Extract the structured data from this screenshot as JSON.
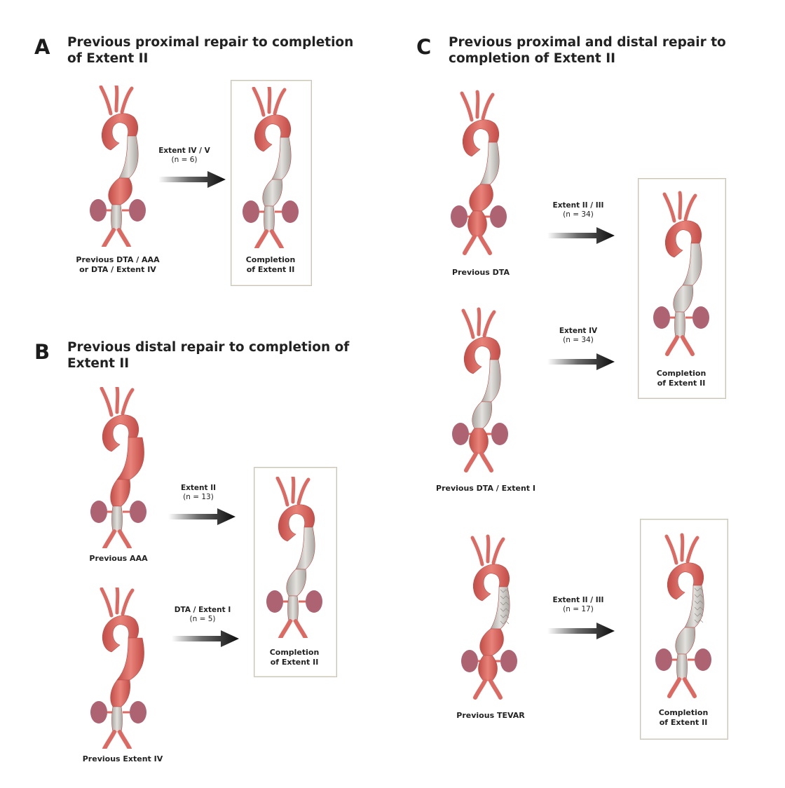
{
  "colors": {
    "aorta": "#dc6a62",
    "aorta_dark": "#b94a45",
    "graft": "#c9c7c3",
    "kidney": "#ad6371",
    "box_border": "#c9c4b8",
    "arrow": "#111111"
  },
  "panels": {
    "a": {
      "letter": "A",
      "title_line1": "Previous proximal repair to completion",
      "title_line2": "of Extent II",
      "from_label_line1": "Previous DTA / AAA",
      "from_label_line2": "or DTA / Extent IV",
      "transition": {
        "label": "Extent IV / V",
        "count": "(n = 6)"
      },
      "to_label_line1": "Completion",
      "to_label_line2": "of Extent II"
    },
    "b": {
      "letter": "B",
      "title_line1": "Previous distal repair to completion of",
      "title_line2": "Extent II",
      "from_label_1": "Previous AAA",
      "transition_1": {
        "label": "Extent II",
        "count": "(n = 13)"
      },
      "from_label_2": "Previous Extent IV",
      "transition_2": {
        "label": "DTA / Extent I",
        "count": "(n = 5)"
      },
      "to_label_line1": "Completion",
      "to_label_line2": "of Extent II"
    },
    "c": {
      "letter": "C",
      "title_line1": "Previous proximal and distal repair to",
      "title_line2": "completion of Extent II",
      "from_label_1": "Previous DTA",
      "transition_1": {
        "label": "Extent II / III",
        "count": "(n = 34)"
      },
      "from_label_2": "Previous DTA / Extent I",
      "transition_2": {
        "label": "Extent IV",
        "count": "(n = 34)"
      },
      "to_label_line1": "Completion",
      "to_label_line2": "of Extent II",
      "from_label_3": "Previous TEVAR",
      "transition_3": {
        "label": "Extent II / III",
        "count": "(n = 17)"
      },
      "to3_label_line1": "Completion",
      "to3_label_line2": "of Extent II"
    }
  }
}
